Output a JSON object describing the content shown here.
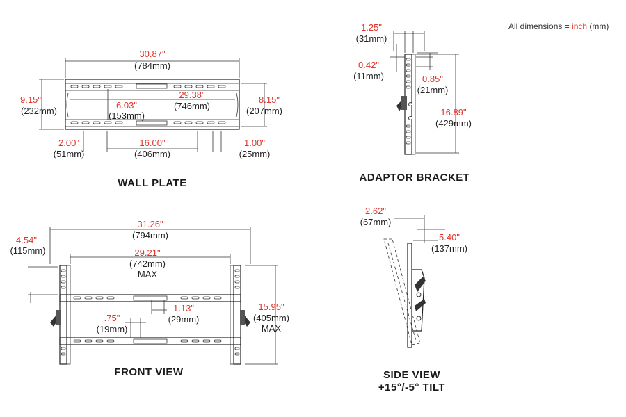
{
  "note": {
    "prefix": "All dimensions = ",
    "unit": "inch",
    "suffix": " (mm)"
  },
  "titles": {
    "wall_plate": "WALL PLATE",
    "adaptor_bracket": "ADAPTOR BRACKET",
    "front_view": "FRONT VIEW",
    "side_view_1": "SIDE VIEW",
    "side_view_2": "+15°/-5° TILT"
  },
  "wall_plate": {
    "width_in": "30.87\"",
    "width_mm": "(784mm)",
    "height_in": "9.15\"",
    "height_mm": "(232mm)",
    "inner_in": "29.38\"",
    "inner_mm": "(746mm)",
    "mid_in": "6.03\"",
    "mid_mm": "(153mm)",
    "right_in": "8.15\"",
    "right_mm": "(207mm)",
    "left_off_in": "2.00\"",
    "left_off_mm": "(51mm)",
    "center_in": "16.00\"",
    "center_mm": "(406mm)",
    "right_off_in": "1.00\"",
    "right_off_mm": "(25mm)"
  },
  "adaptor": {
    "top_in": "1.25\"",
    "top_mm": "(31mm)",
    "a_in": "0.42\"",
    "a_mm": "(11mm)",
    "b_in": "0.85\"",
    "b_mm": "(21mm)",
    "h_in": "16.89\"",
    "h_mm": "(429mm)"
  },
  "front": {
    "width_in": "31.26\"",
    "width_mm": "(794mm)",
    "side_in": "4.54\"",
    "side_mm": "(115mm)",
    "max_in": "29.21\"",
    "max_mm": "(742mm)",
    "max_label": "MAX",
    "a_in": "1.13\"",
    "a_mm": "(29mm)",
    "b_in": ".75\"",
    "b_mm": "(19mm)",
    "h_in": "15.95\"",
    "h_mm": "(405mm)",
    "h_max": "MAX"
  },
  "side": {
    "a_in": "2.62\"",
    "a_mm": "(67mm)",
    "b_in": "5.40\"",
    "b_mm": "(137mm)"
  }
}
